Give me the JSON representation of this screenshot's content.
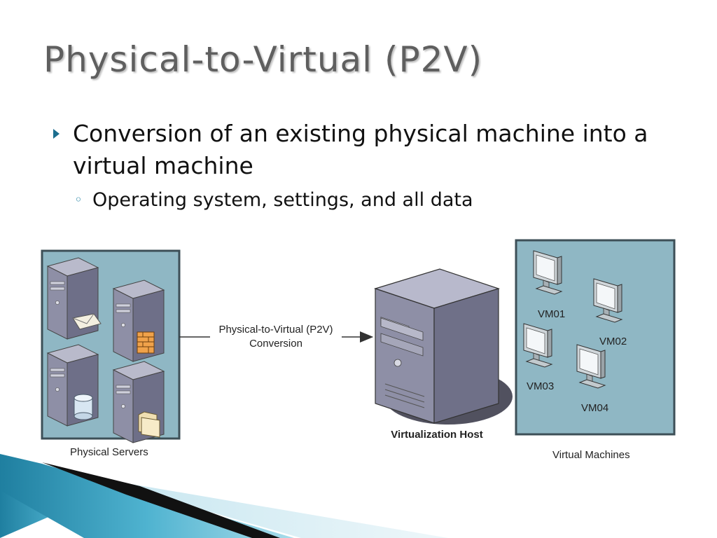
{
  "slide": {
    "title": "Physical-to-Virtual (P2V)",
    "bullets": [
      {
        "text": "Conversion of an existing physical machine into a virtual machine",
        "sub": [
          "Operating system, settings, and all data"
        ]
      }
    ]
  },
  "diagram": {
    "physical_label": "Physical Servers",
    "arrow_label_line1": "Physical-to-Virtual (P2V)",
    "arrow_label_line2": "Conversion",
    "host_label": "Virtualization Host",
    "virtual_label": "Virtual Machines",
    "vms": [
      "VM01",
      "VM02",
      "VM03",
      "VM04"
    ],
    "server_badges": [
      "envelope-icon",
      "firewall-icon",
      "database-icon",
      "folder-icon"
    ]
  },
  "colors": {
    "panel_fill": "#8fb7c4",
    "panel_border": "#3d4f57",
    "server_body": "#7d7e96",
    "title_text": "#5f5f5f",
    "accent_teal": "#1c6e8f"
  }
}
